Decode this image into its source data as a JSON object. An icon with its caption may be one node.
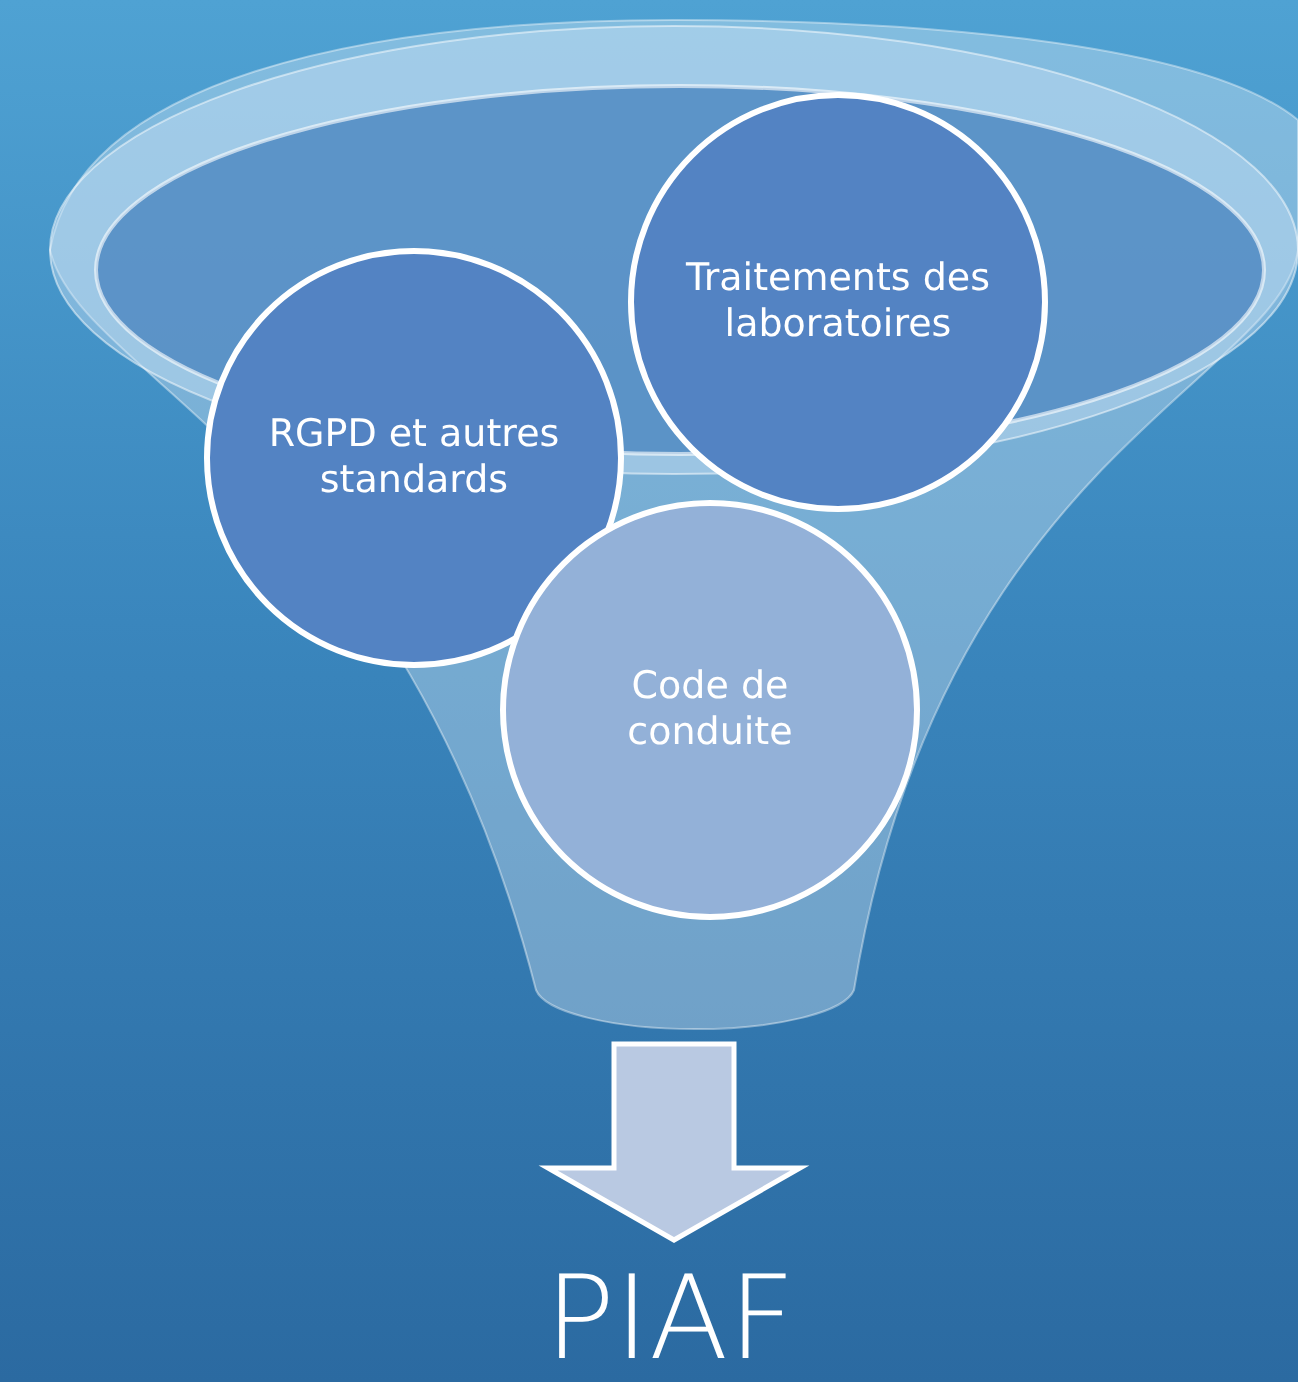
{
  "diagram": {
    "nodes": [
      {
        "text": [],
        "shape": "funnel"
      },
      {
        "text": [
          "RGPD et autres standards"
        ],
        "in": 0
      },
      {
        "text": [
          "Traitements des laboratoires"
        ],
        "in": 0
      },
      {
        "text": [
          "Code de conduite"
        ],
        "in": 0
      },
      {
        "text": [
          "PIAF"
        ]
      }
    ],
    "edges": [
      {
        "from": 0,
        "to": 4,
        "arrow": "to"
      }
    ]
  }
}
